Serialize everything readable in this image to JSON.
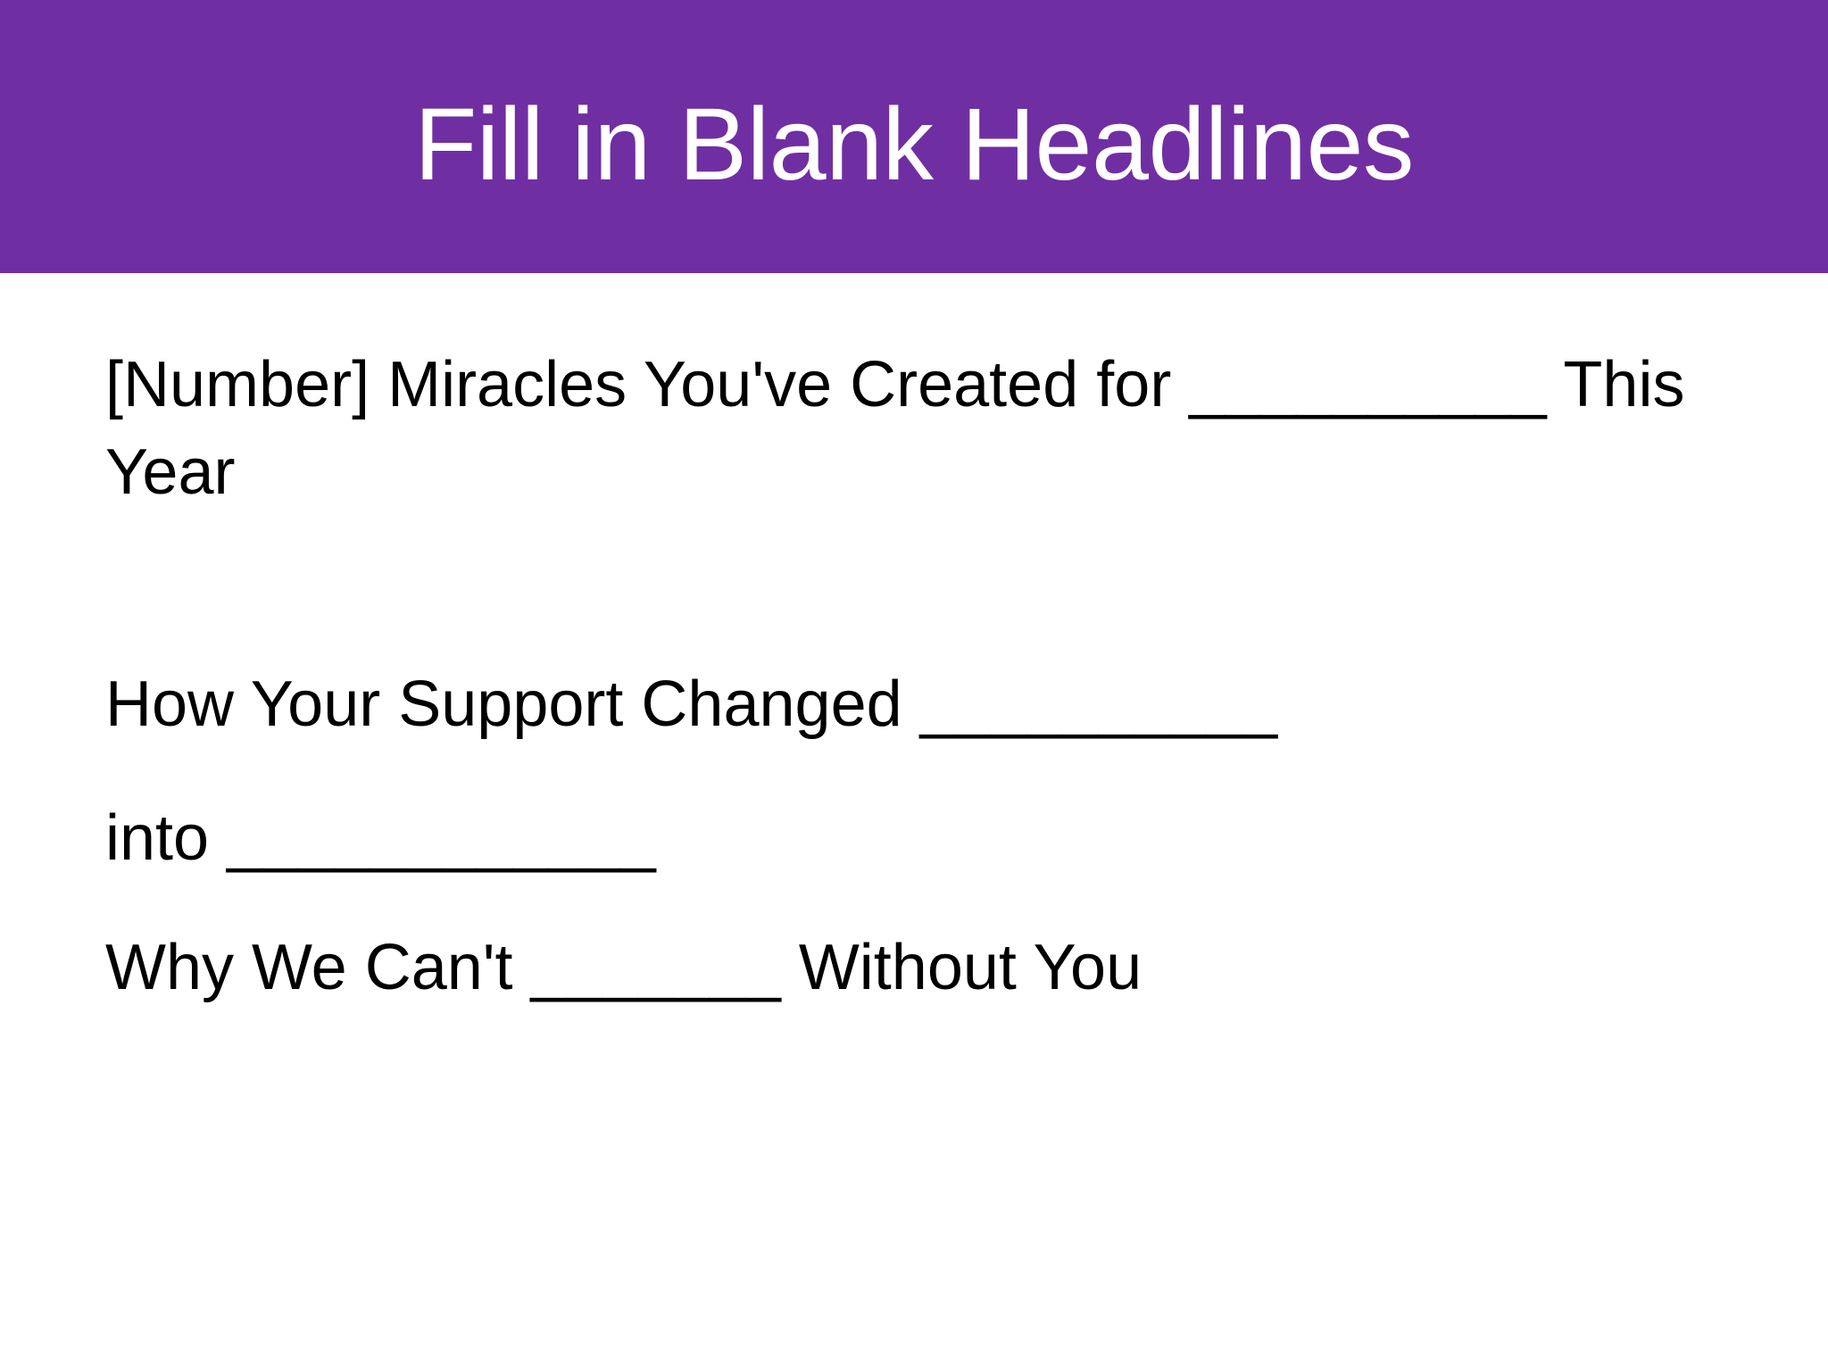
{
  "slide": {
    "background_color": "#FFFFFF",
    "banner_color": "#702EA3",
    "title": "Fill in Blank Headlines",
    "body": {
      "lines": [
        {
          "id": "headline-1",
          "text": "[Number] Miracles You've Created for __________ This Year",
          "segments": [
            {
              "type": "text",
              "value": "[Number] Miracles You've Created for "
            },
            {
              "type": "blank",
              "value": "__________"
            },
            {
              "type": "text",
              "value": " This Year"
            }
          ]
        },
        {
          "id": "headline-2",
          "text": "How Your Support Changed __________ into ____________",
          "segments": [
            {
              "type": "text",
              "value": "How Your Support Changed "
            },
            {
              "type": "blank",
              "value": "__________"
            },
            {
              "type": "text",
              "value": " into "
            },
            {
              "type": "blank",
              "value": "____________"
            }
          ]
        },
        {
          "id": "headline-3",
          "text": "Why We Can't _______ Without You",
          "segments": [
            {
              "type": "text",
              "value": "Why We Can't "
            },
            {
              "type": "blank",
              "value": "_______"
            },
            {
              "type": "text",
              "value": " Without You"
            }
          ]
        }
      ]
    }
  }
}
